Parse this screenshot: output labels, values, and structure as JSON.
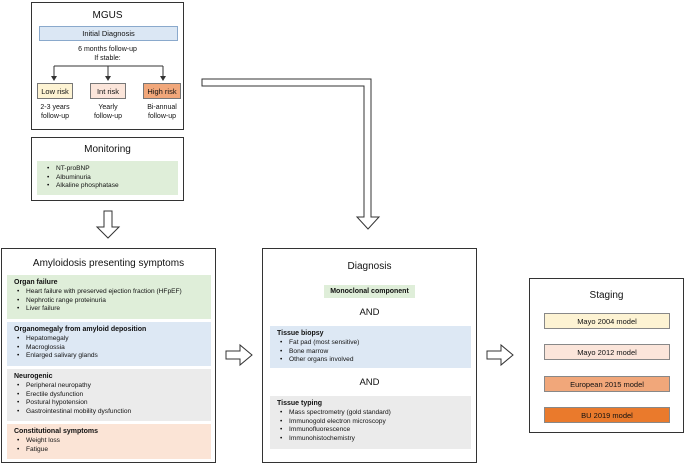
{
  "mgus": {
    "title": "MGUS",
    "initial": "Initial Diagnosis",
    "followup_line1": "6 months follow-up",
    "followup_line2": "If stable:",
    "risks": [
      {
        "label": "Low risk",
        "note1": "2-3 years",
        "note2": "follow-up",
        "color": "#fdf3d3"
      },
      {
        "label": "Int risk",
        "note1": "Yearly",
        "note2": "follow-up",
        "color": "#fbe5da"
      },
      {
        "label": "High risk",
        "note1": "Bi-annual",
        "note2": "follow-up",
        "color": "#f1a77a"
      }
    ]
  },
  "monitoring": {
    "title": "Monitoring",
    "items": [
      "NT-proBNP",
      "Albuminuria",
      "Alkaline phosphatase"
    ]
  },
  "symptoms": {
    "title": "Amyloidosis presenting symptoms",
    "groups": [
      {
        "heading": "Organ failure",
        "color": "#dfeed9",
        "items": [
          "Heart failure with preserved ejection fraction (HFpEF)",
          "Nephrotic range proteinuria",
          "Liver failure"
        ]
      },
      {
        "heading": "Organomegaly from amyloid deposition",
        "color": "#dde8f4",
        "items": [
          "Hepatomegaly",
          "Macroglossia",
          "Enlarged salivary glands"
        ]
      },
      {
        "heading": "Neurogenic",
        "color": "#ebebeb",
        "items": [
          "Peripheral neuropathy",
          "Erectile dysfunction",
          "Postural hypotension",
          "Gastrointestinal mobility dysfunction"
        ]
      },
      {
        "heading": "Constitutional symptoms",
        "color": "#fbe4d6",
        "items": [
          "Weight loss",
          "Fatigue"
        ]
      }
    ]
  },
  "diagnosis": {
    "title": "Diagnosis",
    "monoclonal": "Monoclonal component",
    "and1": "AND",
    "biopsy": {
      "heading": "Tissue biopsy",
      "items": [
        "Fat pad (most sensitive)",
        "Bone marrow",
        "Other organs involved"
      ]
    },
    "and2": "AND",
    "typing": {
      "heading": "Tissue typing",
      "items": [
        "Mass spectrometry (gold standard)",
        "Immunogold electron microscopy",
        "Immunofluorescence",
        "Immunohistochemistry"
      ]
    }
  },
  "staging": {
    "title": "Staging",
    "models": [
      {
        "label": "Mayo 2004 model",
        "color": "#fdf3d3"
      },
      {
        "label": "Mayo 2012 model",
        "color": "#fbe5da"
      },
      {
        "label": "European 2015 model",
        "color": "#f1a77a"
      },
      {
        "label": "BU 2019 model",
        "color": "#ea7a2c"
      }
    ]
  }
}
